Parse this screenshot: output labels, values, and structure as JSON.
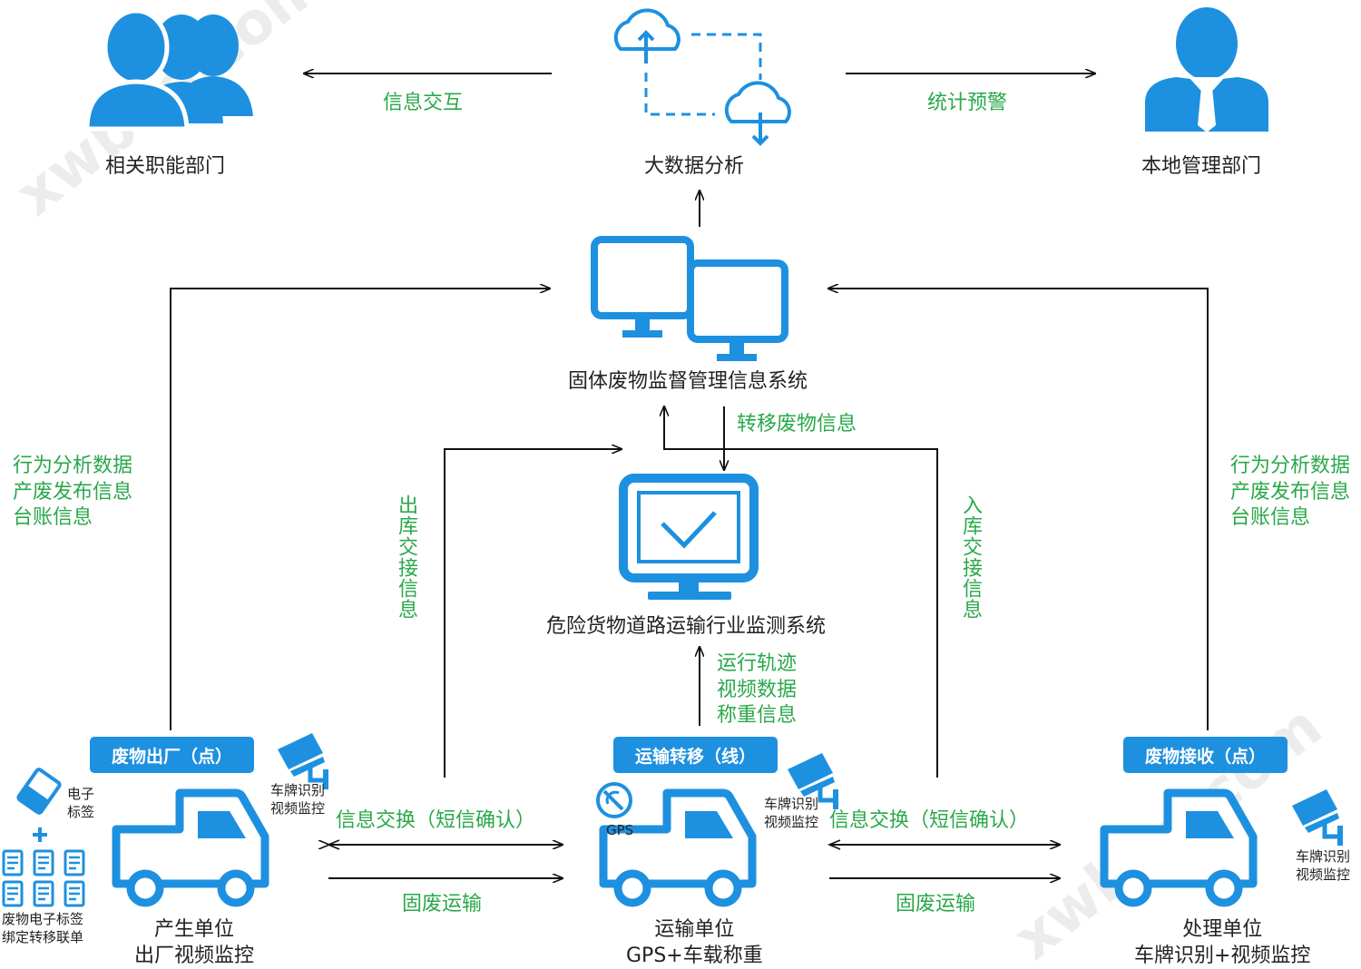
{
  "watermark": "xwboo.com",
  "colors": {
    "accent_blue": "#1e90e0",
    "label_green": "#2aa84a",
    "text_dark": "#222222"
  },
  "nodes": {
    "departments": "相关职能部门",
    "big_data": "大数据分析",
    "local_admin": "本地管理部门",
    "solid_waste_system": "固体废物监督管理信息系统",
    "hazmat_system": "危险货物道路运输行业监测系统",
    "producer": "产生单位\n出厂视频监控",
    "transporter": "运输单位\nGPS+车载称重",
    "processor": "处理单位\n车牌识别+视频监控"
  },
  "labels": {
    "info_exchange": "信息交互",
    "stats_warning": "统计预警",
    "transfer_info": "转移废物信息",
    "behavior_left": "行为分析数据\n产废发布信息\n台账信息",
    "behavior_right": "行为分析数据\n产废发布信息\n台账信息",
    "outbound": "出库交接信息",
    "inbound": "入库交接信息",
    "track_data": "运行轨迹\n视频数据\n称重信息",
    "sms_left": "信息交换（短信确认）",
    "sms_right": "信息交换（短信确认）",
    "transport_left": "固废运输",
    "transport_right": "固废运输"
  },
  "badges": {
    "factory_out": "废物出厂（点）",
    "transfer": "运输转移（线）",
    "receive": "废物接收（点）"
  },
  "small": {
    "camera_left": "车牌识别\n视频监控",
    "camera_mid": "车牌识别\n视频监控",
    "camera_right": "车牌识别\n视频监控",
    "etag": "电子\n标签",
    "etag_bind": "废物电子标签\n绑定转移联单",
    "gps": "GPS"
  },
  "icons": [
    "people-icon",
    "cloud-sync-icon",
    "manager-icon",
    "dual-monitor-icon",
    "checked-monitor-icon",
    "truck-icon",
    "camera-icon",
    "gps-icon",
    "tag-icon",
    "document-icon"
  ]
}
